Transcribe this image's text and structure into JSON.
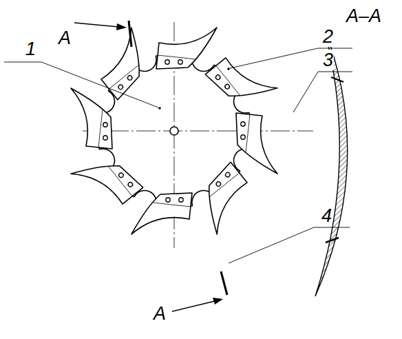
{
  "diagram": {
    "labels": [
      "A",
      "A–A",
      "1",
      "2",
      "3",
      "4",
      "A"
    ]
  }
}
